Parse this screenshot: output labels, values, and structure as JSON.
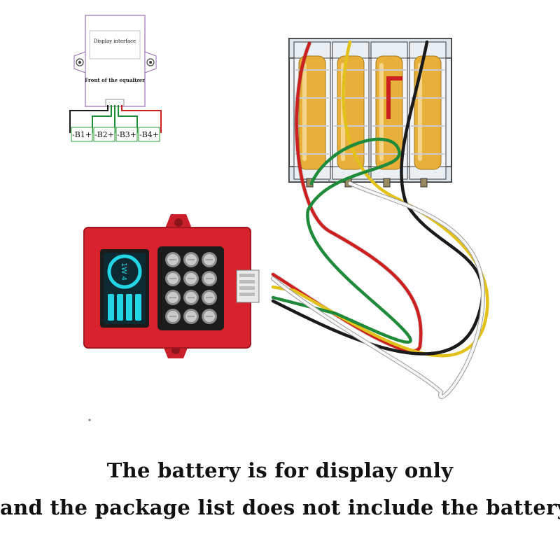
{
  "diagram": {
    "display_label": "Display interface",
    "front_label": "Front of the equalizer",
    "terminals": [
      "-B1+",
      "-B2+",
      "-B3+",
      "-B4+"
    ]
  },
  "display_screen": {
    "reading": "1W 4"
  },
  "captions": {
    "line1": "The battery is for display only",
    "line2": "and the package list does not include the battery"
  },
  "colors": {
    "board_red": "#d8232e",
    "screen_cyan": "#23d6e6",
    "battery_yellow": "#e8b03a",
    "wire_red": "#cc2020",
    "wire_green": "#1f8a3a",
    "wire_yellow": "#e2c21a",
    "wire_black": "#1a1a1a",
    "wire_white": "#f4f4f4"
  }
}
